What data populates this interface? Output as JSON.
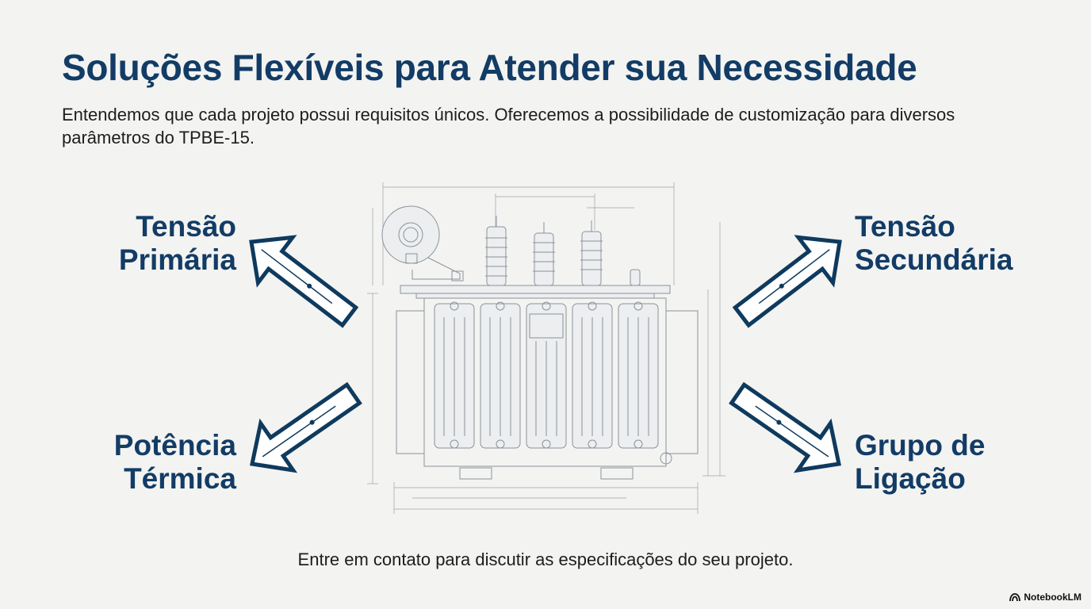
{
  "title": "Soluções Flexíveis para Atender sua Necessidade",
  "intro": "Entendemos que cada projeto possui requisitos únicos. Oferecemos a possibilidade de customização para diversos parâmetros do TPBE-15.",
  "labels": {
    "tensao_primaria": [
      "Tensão",
      "Primária"
    ],
    "tensao_secundaria": [
      "Tensão",
      "Secundária"
    ],
    "potencia_termica": [
      "Potência",
      "Térmica"
    ],
    "grupo_ligacao": [
      "Grupo de",
      "Ligação"
    ]
  },
  "footer": "Entre em contato para discutir as especificações do seu projeto.",
  "brand": "NotebookLM",
  "colors": {
    "title": "#123c66",
    "arrow": "#0e3a5e",
    "background": "#f3f3f1"
  }
}
